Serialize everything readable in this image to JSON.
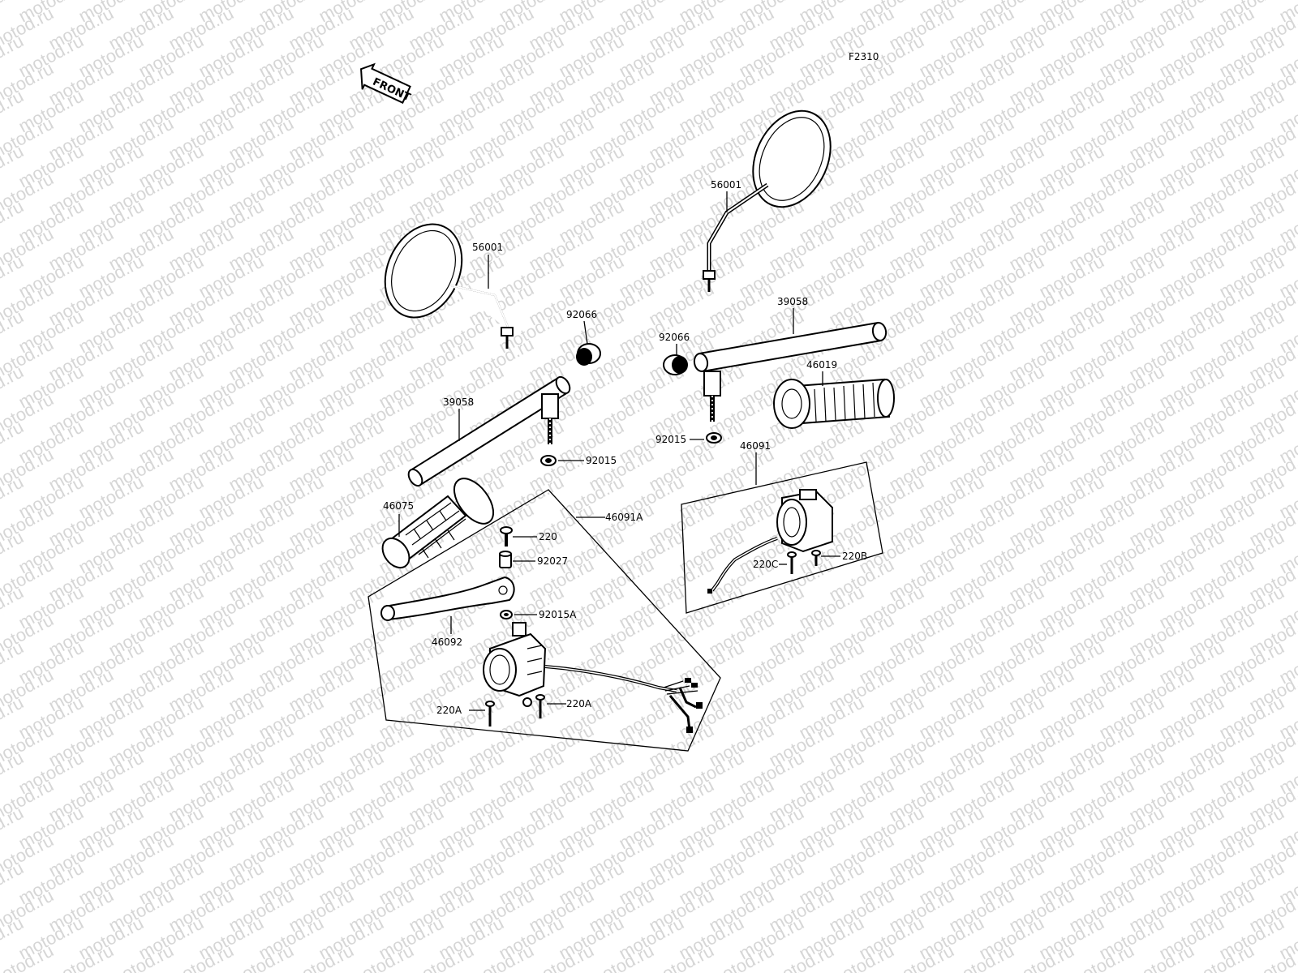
{
  "figure_code": "F2310",
  "front_badge": "FRONT",
  "watermark": "motod.ru",
  "parts": {
    "mirror_left": "56001",
    "mirror_right": "56001",
    "cap_left": "92066",
    "cap_right": "92066",
    "handlebar_left": "39058",
    "handlebar_right": "39058",
    "nut_left": "92015",
    "nut_right": "92015",
    "grip_left": "46075",
    "grip_right": "46019",
    "switch_left_assy": "46091A",
    "switch_right_assy": "46091",
    "screw_220": "220",
    "collar": "92027",
    "nut_small": "92015A",
    "lever": "46092",
    "screw_a_left": "220A",
    "screw_a_right": "220A",
    "screw_b": "220B",
    "screw_c": "220C"
  }
}
